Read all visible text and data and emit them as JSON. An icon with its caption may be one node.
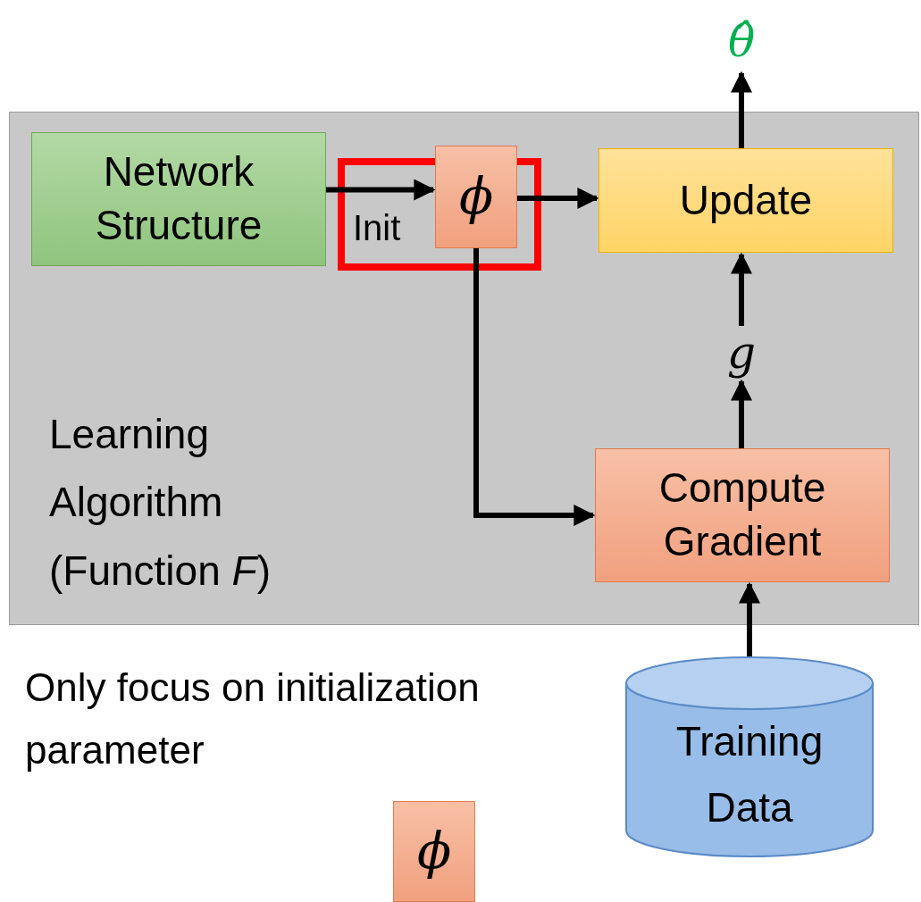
{
  "diagram": {
    "nodes": [
      {
        "text": [
          "Learning Algorithm (Function *F*)"
        ]
      },
      {
        "text": [
          "Network Structure"
        ],
        "in": 0
      },
      {
        "text": [
          "ϕ"
        ],
        "in": 0
      },
      {
        "text": [
          "Update"
        ],
        "in": 0
      },
      {
        "text": [
          "g"
        ],
        "in": 0
      },
      {
        "text": [
          "Compute Gradient"
        ],
        "in": 0
      },
      {
        "text": [
          "Training Data"
        ]
      },
      {
        "text": [
          "θ̂"
        ]
      },
      {
        "text": [
          "ϕ"
        ]
      }
    ],
    "edges": [
      {
        "from": 1,
        "to": 2,
        "arrow": "to",
        "label": "Init"
      },
      {
        "from": 2,
        "to": 3,
        "arrow": "to"
      },
      {
        "from": 2,
        "to": 5,
        "arrow": "to"
      },
      {
        "from": 6,
        "to": 5,
        "arrow": "to"
      },
      {
        "from": 5,
        "to": 4,
        "arrow": "to"
      },
      {
        "from": 4,
        "to": 3,
        "arrow": "to"
      },
      {
        "from": 3,
        "to": 7,
        "arrow": "to"
      }
    ],
    "labels": [
      "Only focus on initialization parameter"
    ]
  }
}
